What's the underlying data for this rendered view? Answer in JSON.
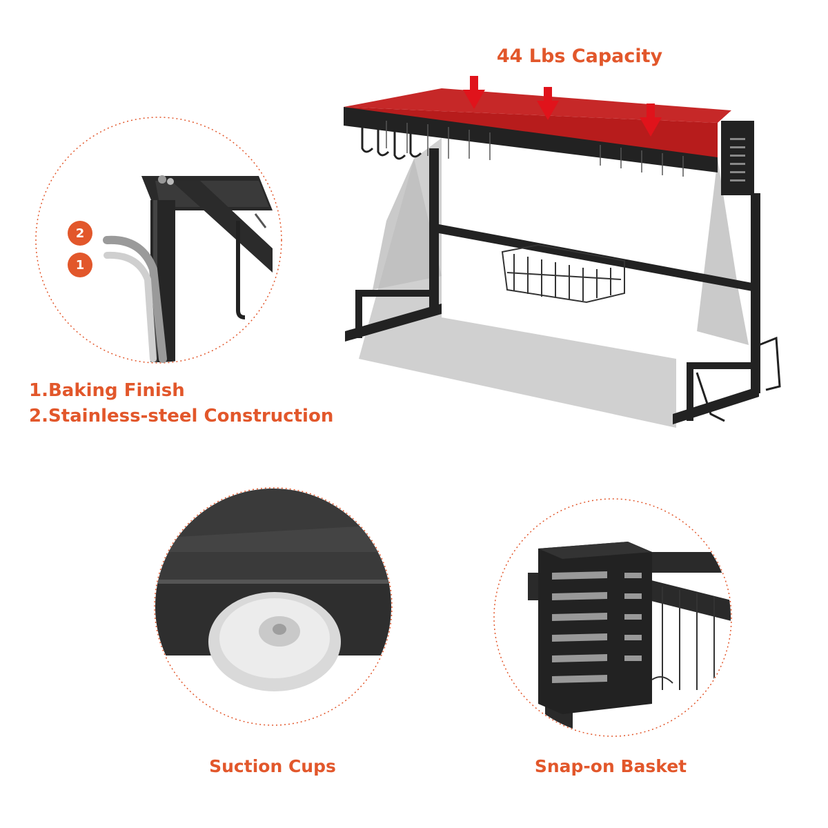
{
  "capacity_label": "44 Lbs Capacity",
  "features": [
    "1.Baking Finish",
    "2.Stainless-steel Construction"
  ],
  "layer_badges": [
    "2",
    "1"
  ],
  "captions": {
    "suction": "Suction Cups",
    "snap": "Snap-on Basket"
  },
  "colors": {
    "accent": "#e2572b",
    "arrow": "#e0131b",
    "frame": "#222222",
    "shelf": "#b71c1c"
  }
}
